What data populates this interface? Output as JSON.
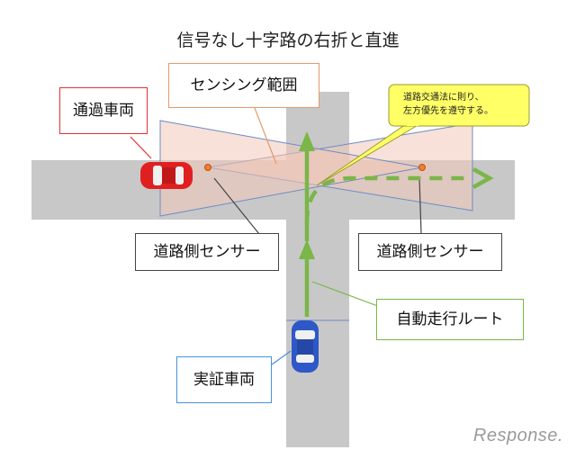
{
  "title": "信号なし十字路の右折と直進",
  "labels": {
    "crossing_vehicle": "通過車両",
    "sensing_range": "センシング範囲",
    "sensor_left": "道路側センサー",
    "sensor_right": "道路側センサー",
    "route": "自動走行ルート",
    "test_vehicle": "実証車両"
  },
  "note": {
    "line1": "道路交通法に則り、",
    "line2": "左方優先を遵守する。"
  },
  "watermark": "Response.",
  "colors": {
    "road": "#c8c8c8",
    "sensing_fill": "#f2c9b8",
    "sensing_stroke": "#6b8cc7",
    "route": "#7ab648",
    "crossing_vehicle": "#e02020",
    "test_vehicle": "#2e58c8",
    "sensor_dot": "#f08030",
    "note_fill": "#ffff66",
    "label_red_border": "#e03030",
    "label_orange_border": "#e39a6a",
    "label_blue_border": "#4a90d9",
    "label_green_border": "#7ab648",
    "label_dark_border": "#444444"
  }
}
